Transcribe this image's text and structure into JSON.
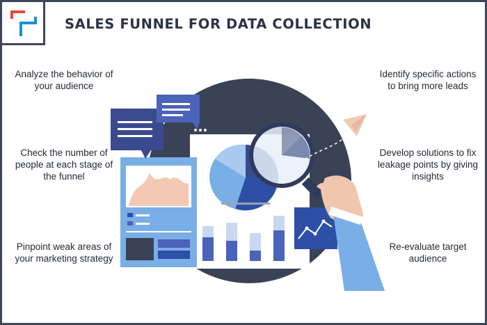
{
  "title": "SALES FUNNEL FOR DATA COLLECTION",
  "colors": {
    "frame": "#3d4658",
    "navy_circle": "#3a4356",
    "accent_red": "#e8463d",
    "accent_blue": "#1a8fd6",
    "light_blue": "#7aaee6",
    "mid_blue": "#4b63b8",
    "dark_blue": "#2d4fa6",
    "peach": "#f3c9b3",
    "skin": "#f0c6ad"
  },
  "captions": {
    "left_1": "Analyze the behavior of your audience",
    "left_2": "Check the number of people at each stage of the funnel",
    "left_3": "Pinpoint weak areas of your marketing strategy",
    "right_1": "Identify specific actions to bring more leads",
    "right_2": "Develop solutions to fix leakage points by giving insights",
    "right_3": "Re-evaluate target audience"
  },
  "icons": {
    "logo": "brand-logo-icon",
    "chat": "chat-bubbles-icon",
    "magnifier": "magnifying-glass-icon",
    "plane": "paper-plane-icon",
    "hand": "hand-icon"
  }
}
